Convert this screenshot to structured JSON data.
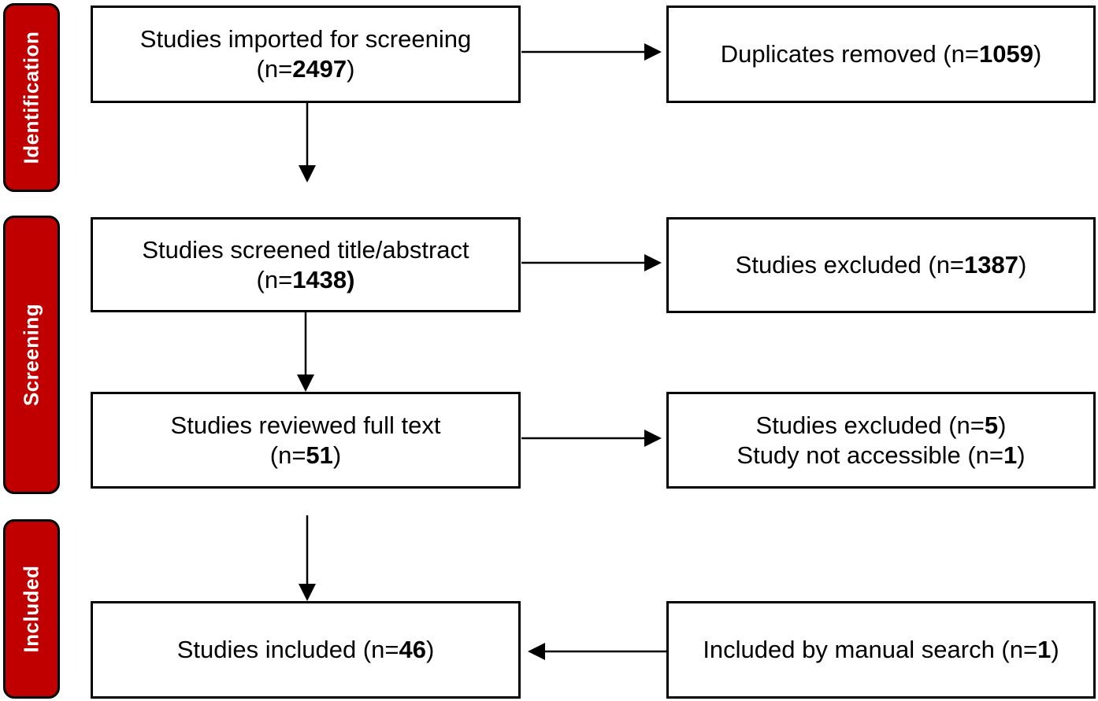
{
  "phases": {
    "identification": "Identification",
    "screening": "Screening",
    "included": "Included"
  },
  "boxes": {
    "imported": {
      "text": "Studies imported for screening",
      "pre": "(n=",
      "n": "2497",
      "post": ")"
    },
    "duplicates": {
      "pre": "Duplicates removed (n=",
      "n": "1059",
      "post": ")"
    },
    "screened": {
      "text": "Studies screened title/abstract",
      "pre": "(n=",
      "n": "1438)",
      "post": ""
    },
    "excluded_title": {
      "pre": "Studies excluded (n=",
      "n": "1387",
      "post": ")"
    },
    "fulltext": {
      "text": "Studies reviewed full text",
      "pre": "(n=",
      "n": "51",
      "post": ")"
    },
    "excluded_fulltext": {
      "line1": {
        "pre": "Studies excluded (n=",
        "n": "5",
        "post": ")"
      },
      "line2": {
        "pre": "Study not accessible (n=",
        "n": "1",
        "post": ")"
      }
    },
    "included": {
      "pre": "Studies included (n=",
      "n": "46",
      "post": ")"
    },
    "manual": {
      "pre": "Included by manual search (n=",
      "n": "1",
      "post": ")"
    }
  },
  "colors": {
    "phase_fill": "#c00000",
    "phase_text": "#ffffff",
    "border": "#000000"
  }
}
